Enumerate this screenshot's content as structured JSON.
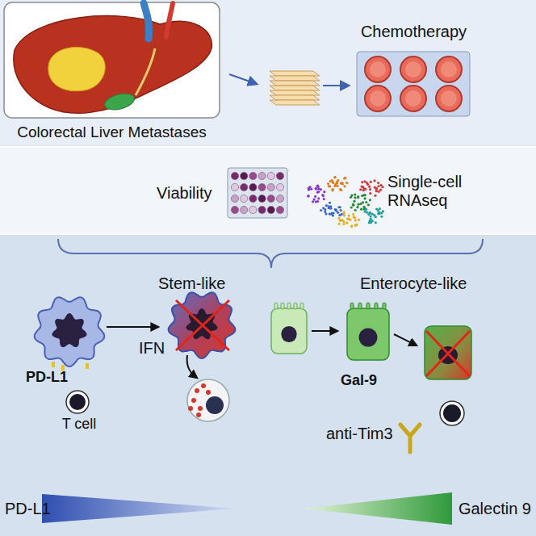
{
  "diagram": {
    "nodes": [
      {
        "text": [
          "Colorectal Liver Metastases"
        ]
      },
      {
        "text": [
          "Chemotherapy"
        ]
      },
      {
        "text": [
          "Viability"
        ]
      },
      {
        "text": [
          "PD-L1"
        ]
      },
      {
        "text": [
          "T cell"
        ]
      },
      {
        "text": [
          "Gal-9"
        ]
      },
      {
        "text": [
          "PD-L1"
        ]
      },
      {
        "text": [
          "Galectin 9"
        ]
      }
    ],
    "labels": [
      "Single-cell RNAseq",
      "Stem-like",
      "IFN",
      "Enterocyte-like",
      "anti-Tim3"
    ]
  }
}
